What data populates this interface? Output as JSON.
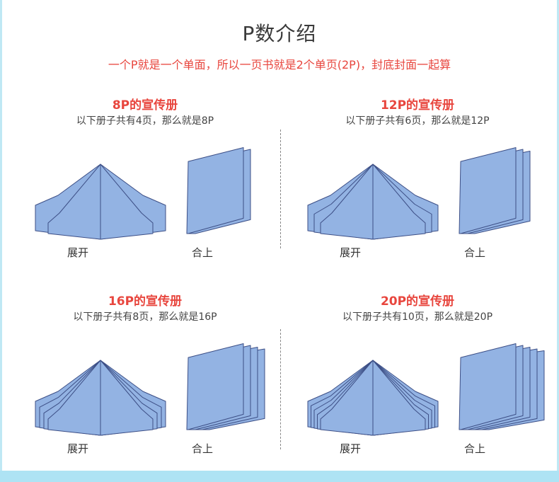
{
  "title": "P数介绍",
  "subtitle": "一个P就是一个单面，所以一页书就是2个单页(2P)，封底封面一起算",
  "colors": {
    "page_fill": "#93b3e3",
    "page_stroke": "#3d4f86",
    "accent": "#e8463e"
  },
  "panels": [
    {
      "title": "8P的宣传册",
      "desc": "以下册子共有4页，那么就是8P",
      "page_count": 4,
      "open_label": "展开",
      "closed_label": "合上"
    },
    {
      "title": "12P的宣传册",
      "desc": "以下册子共有6页，那么就是12P",
      "page_count": 6,
      "open_label": "展开",
      "closed_label": "合上"
    },
    {
      "title": "16P的宣传册",
      "desc": "以下册子共有8页，那么就是16P",
      "page_count": 8,
      "open_label": "展开",
      "closed_label": "合上"
    },
    {
      "title": "20P的宣传册",
      "desc": "以下册子共有10页，那么就是20P",
      "page_count": 10,
      "open_label": "展开",
      "closed_label": "合上"
    }
  ]
}
